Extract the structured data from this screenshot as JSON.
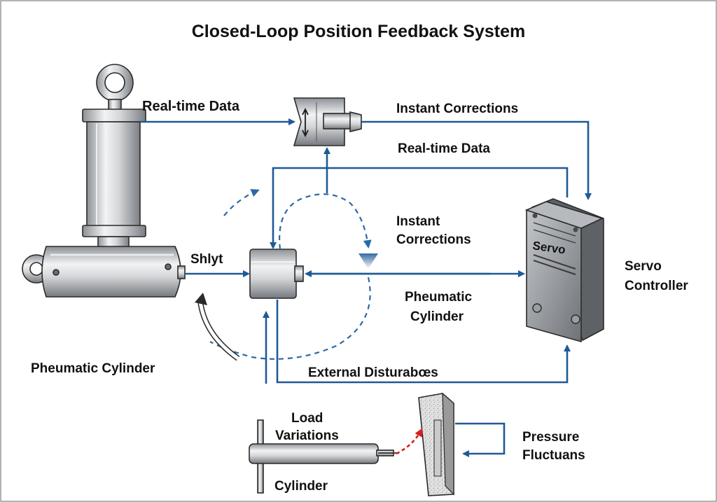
{
  "title": "Closed-Loop Position Feedback System",
  "labels": {
    "real_time_data_top": "Real-time Data",
    "instant_corrections_top": "Instant Corrections",
    "real_time_data_mid": "Real-time Data",
    "instant_corrections_mid_line1": "Instant",
    "instant_corrections_mid_line2": "Corrections",
    "shlyt": "Shlyt",
    "servo_controller_line1": "Servo",
    "servo_controller_line2": "Controller",
    "servo_device_text": "Servo",
    "pheumatic_cylinder_mid_line1": "Pheumatic",
    "pheumatic_cylinder_mid_line2": "Cylinder",
    "pheumatic_cylinder_left": "Pheumatic Cylinder",
    "external_disturbances": "External Disturabœs",
    "load_variations_line1": "Load",
    "load_variations_line2": "Variations",
    "cylinder_bottom": "Cylinder",
    "pressure_fluctuations_line1": "Pressure",
    "pressure_fluctuations_line2": "Fluctuans"
  },
  "colors": {
    "flow_blue": "#1f5a96",
    "disturbance_red": "#d42020",
    "metal_light": "#e4e6e8",
    "metal_dark": "#7d8185",
    "controller_body": "#8a8e93"
  }
}
